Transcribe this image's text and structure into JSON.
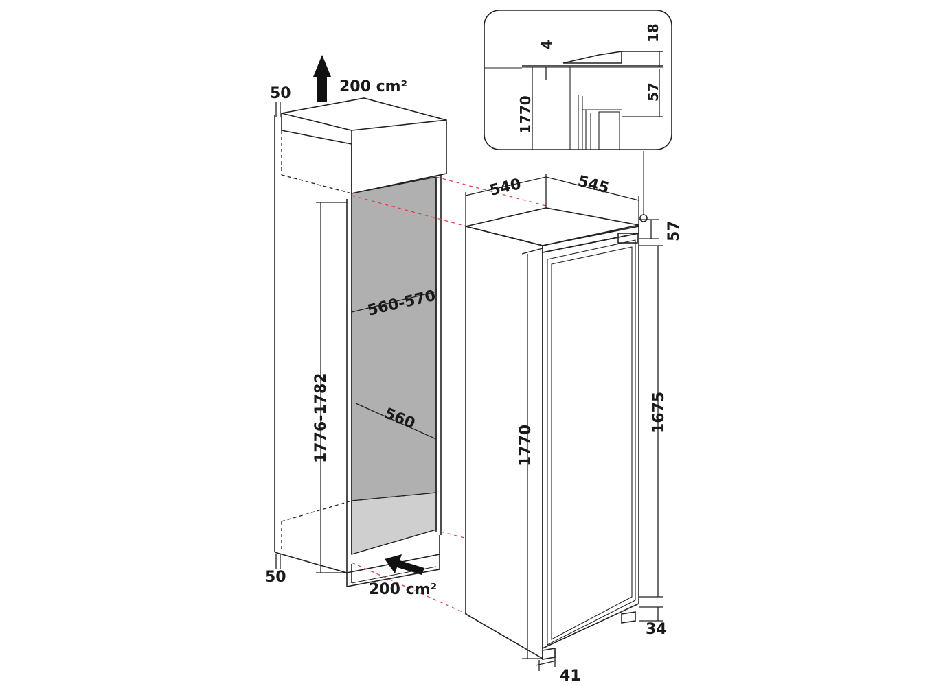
{
  "labels": {
    "top_vent_area": "200 cm²",
    "bottom_vent_area": "200 cm²",
    "top_clearance": "50",
    "bottom_clearance": "50",
    "niche_height": "1776-1782",
    "niche_width_range": "560-570",
    "niche_depth": "560",
    "appliance_width": "540",
    "appliance_depth": "545",
    "appliance_height": "1770",
    "top_gap": "57",
    "door_height": "1675",
    "foot_height": "34",
    "door_offset": "41"
  },
  "detail": {
    "gap_small": "4",
    "lip_height": "18",
    "offset": "57",
    "height": "1770"
  }
}
